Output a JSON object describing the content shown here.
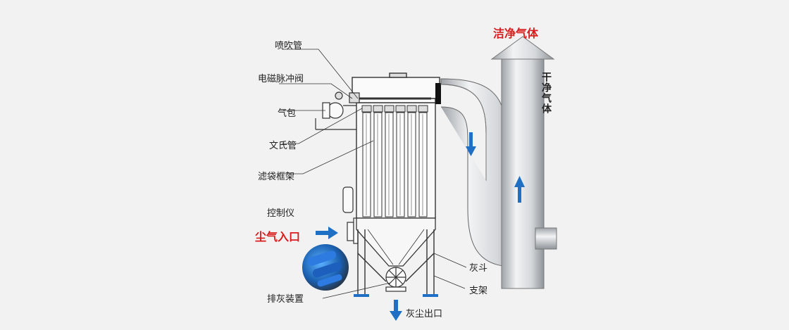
{
  "labels": {
    "spray_pipe": "喷吹管",
    "solenoid_valve": "电磁脉冲阀",
    "air_bag": "气包",
    "venturi": "文氏管",
    "bag_cage": "滤袋框架",
    "controller": "控制仪",
    "dust_inlet": "尘气入口",
    "discharge_device": "排灰装置",
    "dust_outlet": "灰尘出口",
    "hopper": "灰斗",
    "support": "支架",
    "clean_gas": "洁净气体",
    "dry_clean_gas": "干净气体"
  },
  "colors": {
    "accent_red": "#d91c1c",
    "arrow_blue": "#1f6fc4",
    "line": "#333333"
  }
}
